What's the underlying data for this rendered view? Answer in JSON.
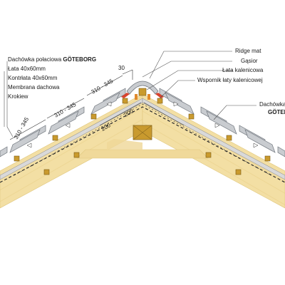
{
  "labels_left": {
    "tile_prefix": "Dachówka połaciowa ",
    "tile_brand": "GÖTEBORG",
    "batten": "Łata 40x60mm",
    "counter_batten": "Kontrłata 40x60mm",
    "membrane": "Membrana dachowa",
    "rafter": "Krokiew"
  },
  "labels_right": {
    "ridge_mat": "Ridge mat",
    "ridge_tile": "Gąsior",
    "ridge_batten": "Łata kalenicowa",
    "ridge_bracket": "Wspornik łaty kalenicowej",
    "tile_prefix": "Dachówka",
    "tile_brand": "GÖTEB"
  },
  "dimensions": {
    "spacing_1": "310 - 345",
    "spacing_2": "310 - 345",
    "spacing_3": "310 - 345",
    "ridge_gap": "30",
    "dist_left": "200",
    "dist_right": "200"
  },
  "colors": {
    "timber": "#f3dfa4",
    "timber_grain": "#e6cd84",
    "batten": "#c99a2e",
    "tile": "#c9ccd0",
    "tile_dark": "#7f858c",
    "membrane": "#2a2a2a",
    "accent_red": "#d8432e"
  }
}
